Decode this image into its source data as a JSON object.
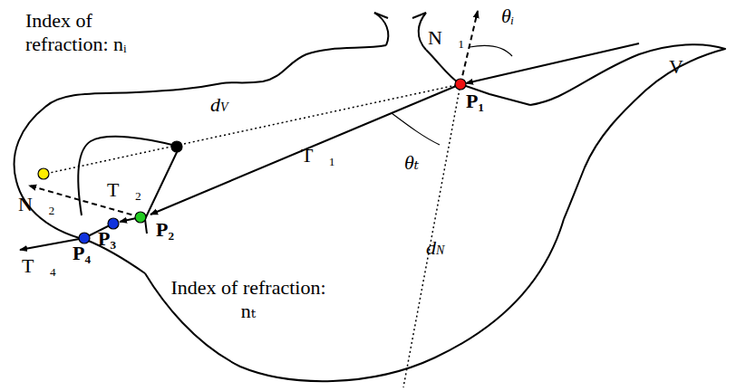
{
  "diagram": {
    "labels": [
      "Index of refraction: nᵢ",
      "N⃗₁",
      "θᵢ",
      "V⃗",
      "P₁",
      "dV⃗",
      "T⃗₁",
      "θₜ",
      "dN⃗",
      "T⃗₂",
      "N⃗₂",
      "P₂",
      "P₃",
      "P₄",
      "T⃗₄",
      "Index of refraction: nₜ"
    ]
  }
}
